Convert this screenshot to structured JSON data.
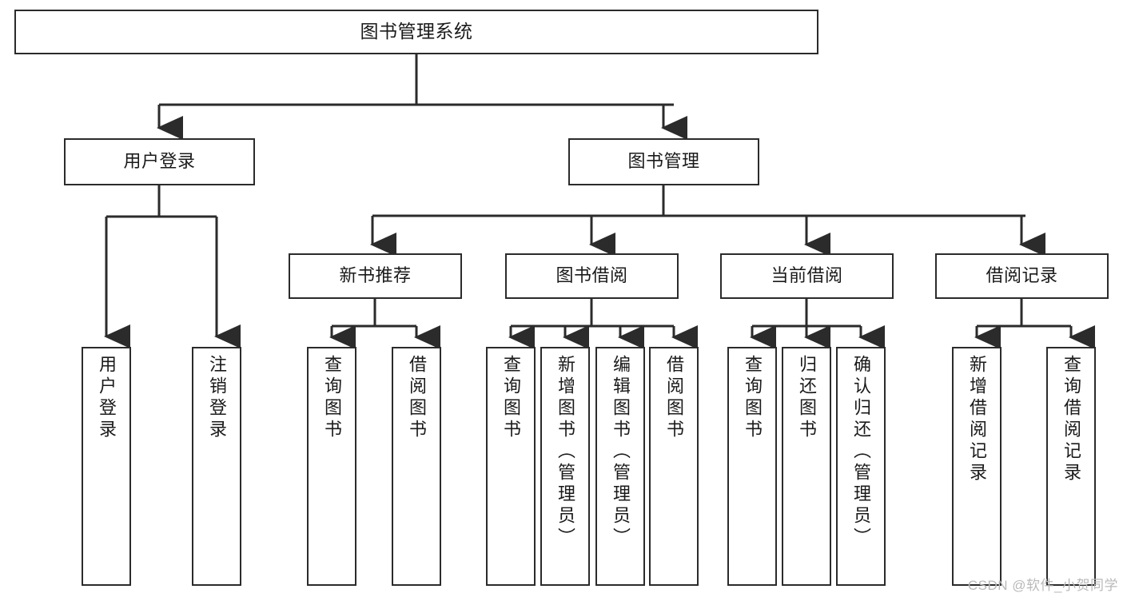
{
  "diagram": {
    "type": "tree",
    "title": "图书管理系统",
    "root": {
      "label": "图书管理系统"
    },
    "level1": [
      {
        "label": "用户登录"
      },
      {
        "label": "图书管理"
      }
    ],
    "level2": [
      {
        "label": "新书推荐"
      },
      {
        "label": "图书借阅"
      },
      {
        "label": "当前借阅"
      },
      {
        "label": "借阅记录"
      }
    ],
    "leaves": {
      "user_login": [
        {
          "label": "用户登录"
        },
        {
          "label": "注销登录"
        }
      ],
      "new_book": [
        {
          "label": "查询图书"
        },
        {
          "label": "借阅图书"
        }
      ],
      "book_borrow": [
        {
          "label": "查询图书"
        },
        {
          "label": "新增图书（管理员）"
        },
        {
          "label": "编辑图书（管理员）"
        },
        {
          "label": "借阅图书"
        }
      ],
      "current_borrow": [
        {
          "label": "查询图书"
        },
        {
          "label": "归还图书"
        },
        {
          "label": "确认归还（管理员）"
        }
      ],
      "borrow_record": [
        {
          "label": "新增借阅记录"
        },
        {
          "label": "查询借阅记录"
        }
      ]
    }
  },
  "watermark": {
    "text": "CSDN @软件_小贺同学"
  },
  "colors": {
    "stroke": "#2b2b2b",
    "fill": "#ffffff",
    "text": "#1a1a1a",
    "watermark": "#b9b9b9"
  }
}
